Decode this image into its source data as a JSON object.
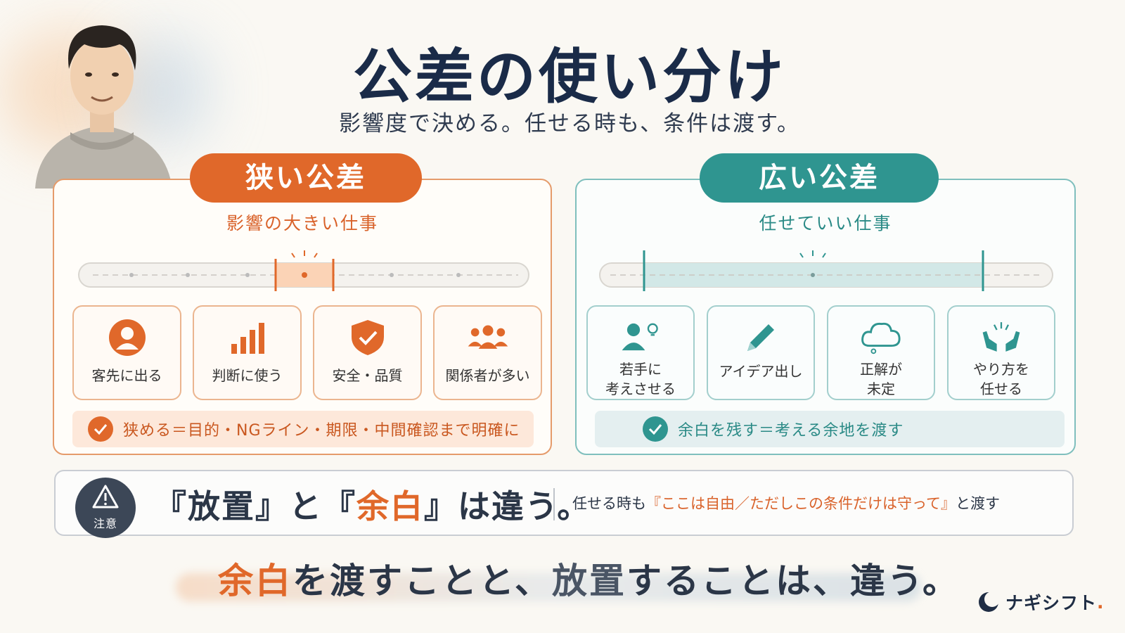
{
  "header": {
    "title": "公差の使い分け",
    "subtitle": "影響度で決める。任せる時も、条件は渡す。"
  },
  "narrow_panel": {
    "heading": "狭い公差",
    "subheading": "影響の大きい仕事",
    "cards": [
      {
        "label": "客先に出る",
        "icon": "person-icon"
      },
      {
        "label": "判断に使う",
        "icon": "bar-chart-icon"
      },
      {
        "label": "安全・品質",
        "icon": "shield-check-icon"
      },
      {
        "label": "関係者が多い",
        "icon": "group-icon"
      }
    ],
    "note": "狭める＝目的・NGライン・期限・中間確認まで明確に"
  },
  "wide_panel": {
    "heading": "広い公差",
    "subheading": "任せていい仕事",
    "cards": [
      {
        "label": "若手に\n考えさせる",
        "icon": "person-lightbulb-icon"
      },
      {
        "label": "アイデア出し",
        "icon": "pencil-icon"
      },
      {
        "label": "正解が\n未定",
        "icon": "cloud-icon"
      },
      {
        "label": "やり方を\n任せる",
        "icon": "open-hands-icon"
      }
    ],
    "note": "余白を残す＝考える余地を渡す"
  },
  "warning": {
    "badge_label": "注意",
    "main_prefix": "『放置』と『",
    "main_emphasis": "余白",
    "main_suffix": "』は違う。",
    "side_prefix": "任せる時も",
    "side_emphasis": "『ここは自由／ただしこの条件だけは守って』",
    "side_suffix": "と渡す"
  },
  "footer": {
    "part1": "余白",
    "part2": "を渡すことと、",
    "part3": "放置",
    "part4": "することは、違う。",
    "brand": "ナギシフト",
    "brand_dot": "."
  },
  "colors": {
    "narrow_accent": "#e0682a",
    "wide_accent": "#2f9590",
    "title": "#1a2b48"
  }
}
